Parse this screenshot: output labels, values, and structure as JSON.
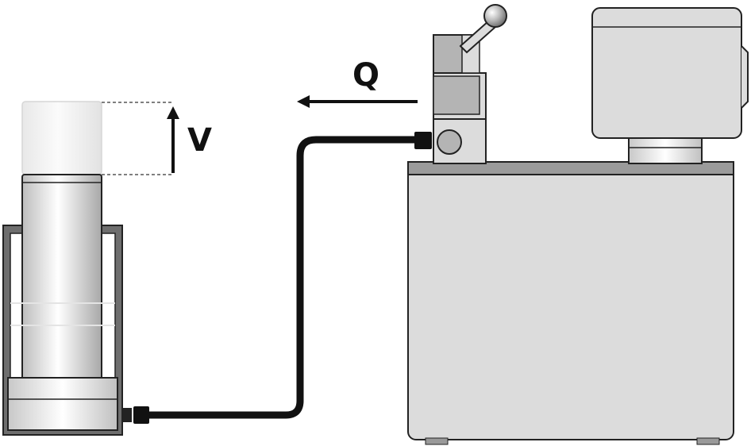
{
  "labels": {
    "flow_rate": "Q",
    "velocity": "V"
  },
  "colors": {
    "stroke": "#222222",
    "unit_fill": "#dcdcdc",
    "unit_dark": "#b4b4b4",
    "top_plate": "#9b9b9b",
    "hose": "#111111",
    "frame": "#6e6e6e"
  },
  "icons": {
    "pump_unit": "hydraulic-pump-unit",
    "cylinder": "hydraulic-cylinder",
    "valve_lever": "control-lever"
  }
}
